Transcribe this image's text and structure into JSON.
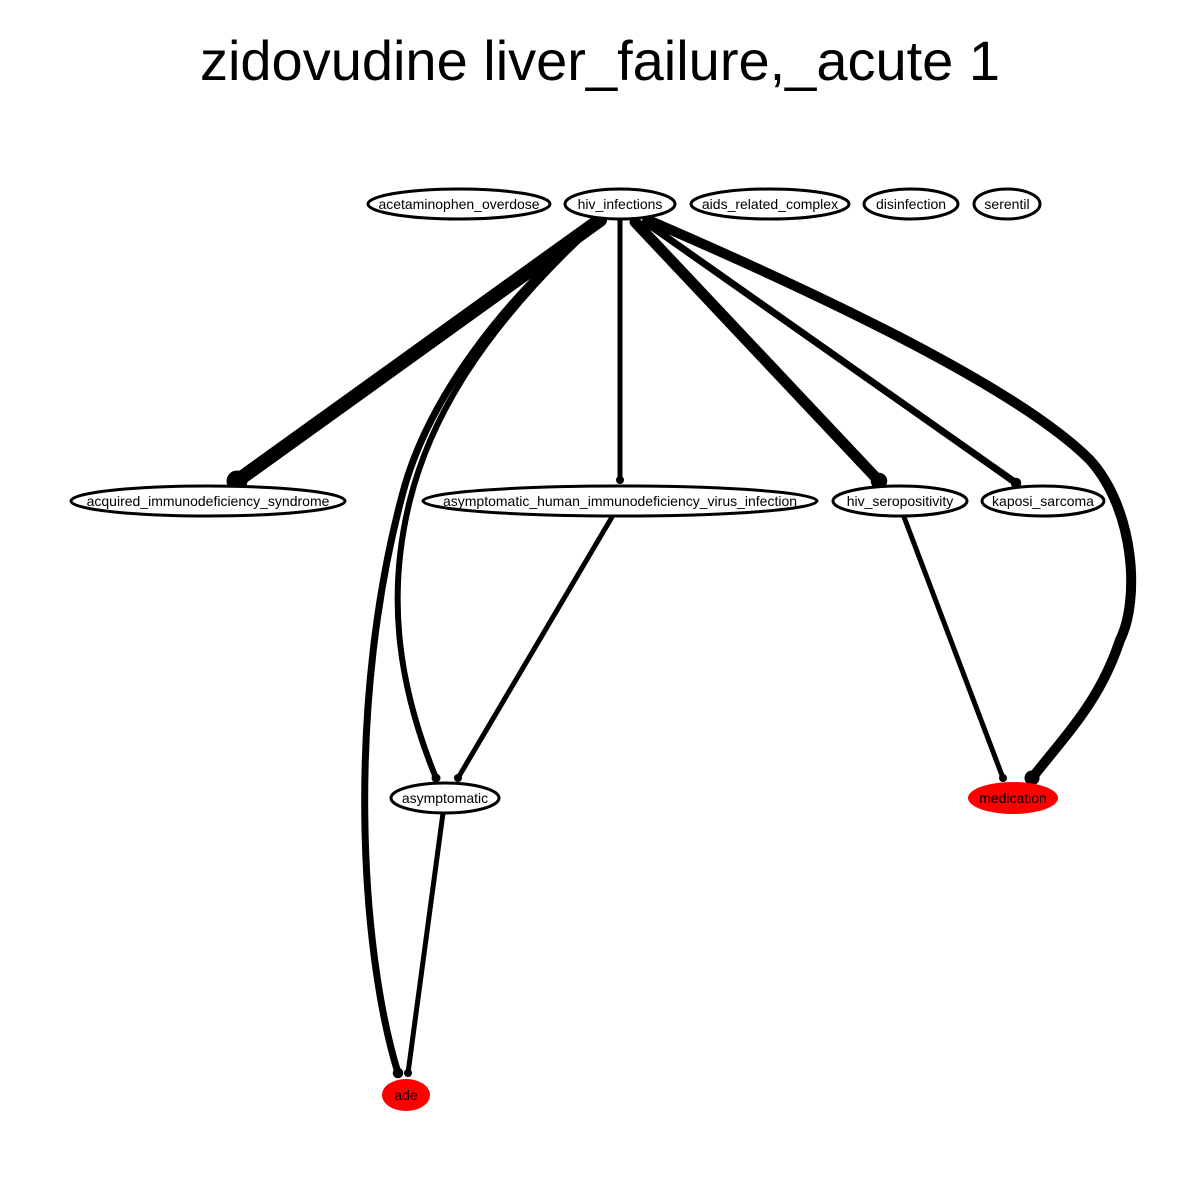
{
  "title": "zidovudine liver_failure,_acute 1",
  "colors": {
    "highlight": "#ff0000",
    "edge": "#000000",
    "node_fill": "#ffffff"
  },
  "nodes": [
    {
      "id": "acetaminophen_overdose",
      "label": "acetaminophen_overdose",
      "highlight": false
    },
    {
      "id": "hiv_infections",
      "label": "hiv_infections",
      "highlight": false
    },
    {
      "id": "aids_related_complex",
      "label": "aids_related_complex",
      "highlight": false
    },
    {
      "id": "disinfection",
      "label": "disinfection",
      "highlight": false
    },
    {
      "id": "serentil",
      "label": "serentil",
      "highlight": false
    },
    {
      "id": "acquired_immunodeficiency_syndrome",
      "label": "acquired_immunodeficiency_syndrome",
      "highlight": false
    },
    {
      "id": "asymptomatic_human_immunodeficiency_virus_infection",
      "label": "asymptomatic_human_immunodeficiency_virus_infection",
      "highlight": false
    },
    {
      "id": "hiv_seropositivity",
      "label": "hiv_seropositivity",
      "highlight": false
    },
    {
      "id": "kaposi_sarcoma",
      "label": "kaposi_sarcoma",
      "highlight": false
    },
    {
      "id": "asymptomatic",
      "label": "asymptomatic",
      "highlight": false
    },
    {
      "id": "medication",
      "label": "medication",
      "highlight": true
    },
    {
      "id": "ade",
      "label": "ade",
      "highlight": true
    }
  ],
  "edges": [
    {
      "from": "hiv_infections",
      "to": "acquired_immunodeficiency_syndrome",
      "weight": "heavy"
    },
    {
      "from": "hiv_infections",
      "to": "asymptomatic",
      "weight": "medium"
    },
    {
      "from": "hiv_infections",
      "to": "ade",
      "weight": "medium"
    },
    {
      "from": "hiv_infections",
      "to": "asymptomatic_human_immunodeficiency_virus_infection",
      "weight": "light"
    },
    {
      "from": "hiv_infections",
      "to": "hiv_seropositivity",
      "weight": "heavy"
    },
    {
      "from": "hiv_infections",
      "to": "kaposi_sarcoma",
      "weight": "medium"
    },
    {
      "from": "hiv_infections",
      "to": "medication",
      "weight": "heavy"
    },
    {
      "from": "asymptomatic_human_immunodeficiency_virus_infection",
      "to": "asymptomatic",
      "weight": "light"
    },
    {
      "from": "hiv_seropositivity",
      "to": "medication",
      "weight": "light"
    },
    {
      "from": "asymptomatic",
      "to": "ade",
      "weight": "light"
    }
  ]
}
